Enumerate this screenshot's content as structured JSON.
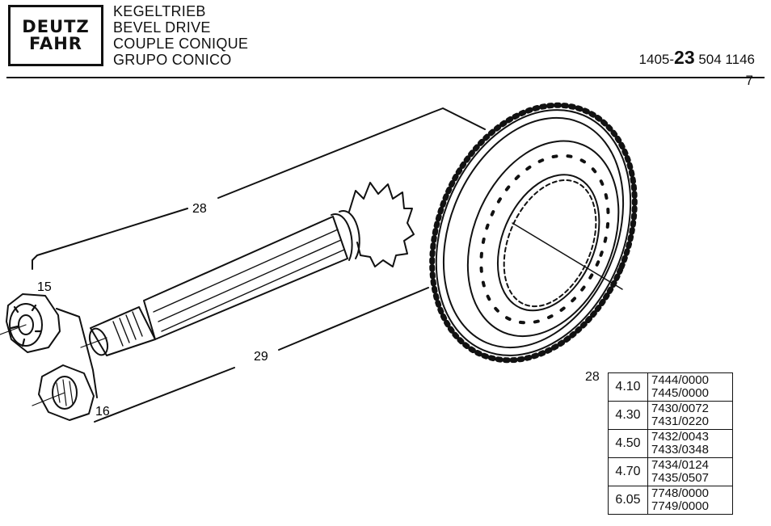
{
  "header": {
    "logo_line1": "DEUTZ",
    "logo_line2": "FAHR",
    "titles": [
      "KEGELTRIEB",
      "BEVEL DRIVE",
      "COUPLE CONIQUE",
      "GRUPO CONICO"
    ],
    "part_prefix": "1405-",
    "part_group": "23",
    "part_suffix": " 504 1146",
    "page": "7"
  },
  "callouts": {
    "c28": "28",
    "c29": "29",
    "c15": "15",
    "c16": "16"
  },
  "table": {
    "label": "28",
    "rows": [
      {
        "ratio": "4.10",
        "codes": [
          "7444/0000",
          "7445/0000"
        ]
      },
      {
        "ratio": "4.30",
        "codes": [
          "7430/0072",
          "7431/0220"
        ]
      },
      {
        "ratio": "4.50",
        "codes": [
          "7432/0043",
          "7433/0348"
        ]
      },
      {
        "ratio": "4.70",
        "codes": [
          "7434/0124",
          "7435/0507"
        ]
      },
      {
        "ratio": "6.05",
        "codes": [
          "7748/0000",
          "7749/0000"
        ]
      }
    ]
  }
}
